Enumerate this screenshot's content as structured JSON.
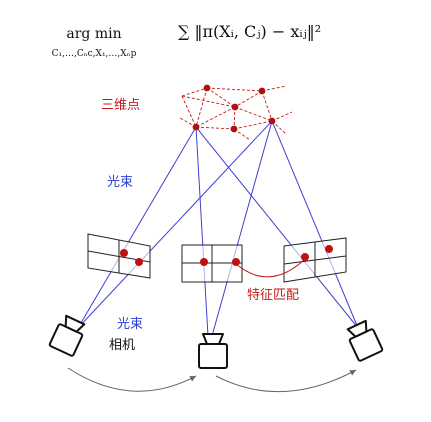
{
  "formula": {
    "operator": "arg min",
    "subscript": "C₁,…,Cₙc,X₁,…,Xₙp",
    "objective": "∑ ‖π(Xᵢ, Cⱼ) − xᵢⱼ‖²"
  },
  "labels": {
    "points3d": "三维点",
    "rays_top": "光束",
    "rays_bottom": "光束",
    "cameras": "相机",
    "feature_matching": "特征匹配"
  },
  "colors": {
    "point": "#b01010",
    "point_label": "#c41a1a",
    "ray": "#4040d0",
    "ray_label": "#2a3fd6",
    "camera": "#111111",
    "arrow": "#666666"
  }
}
